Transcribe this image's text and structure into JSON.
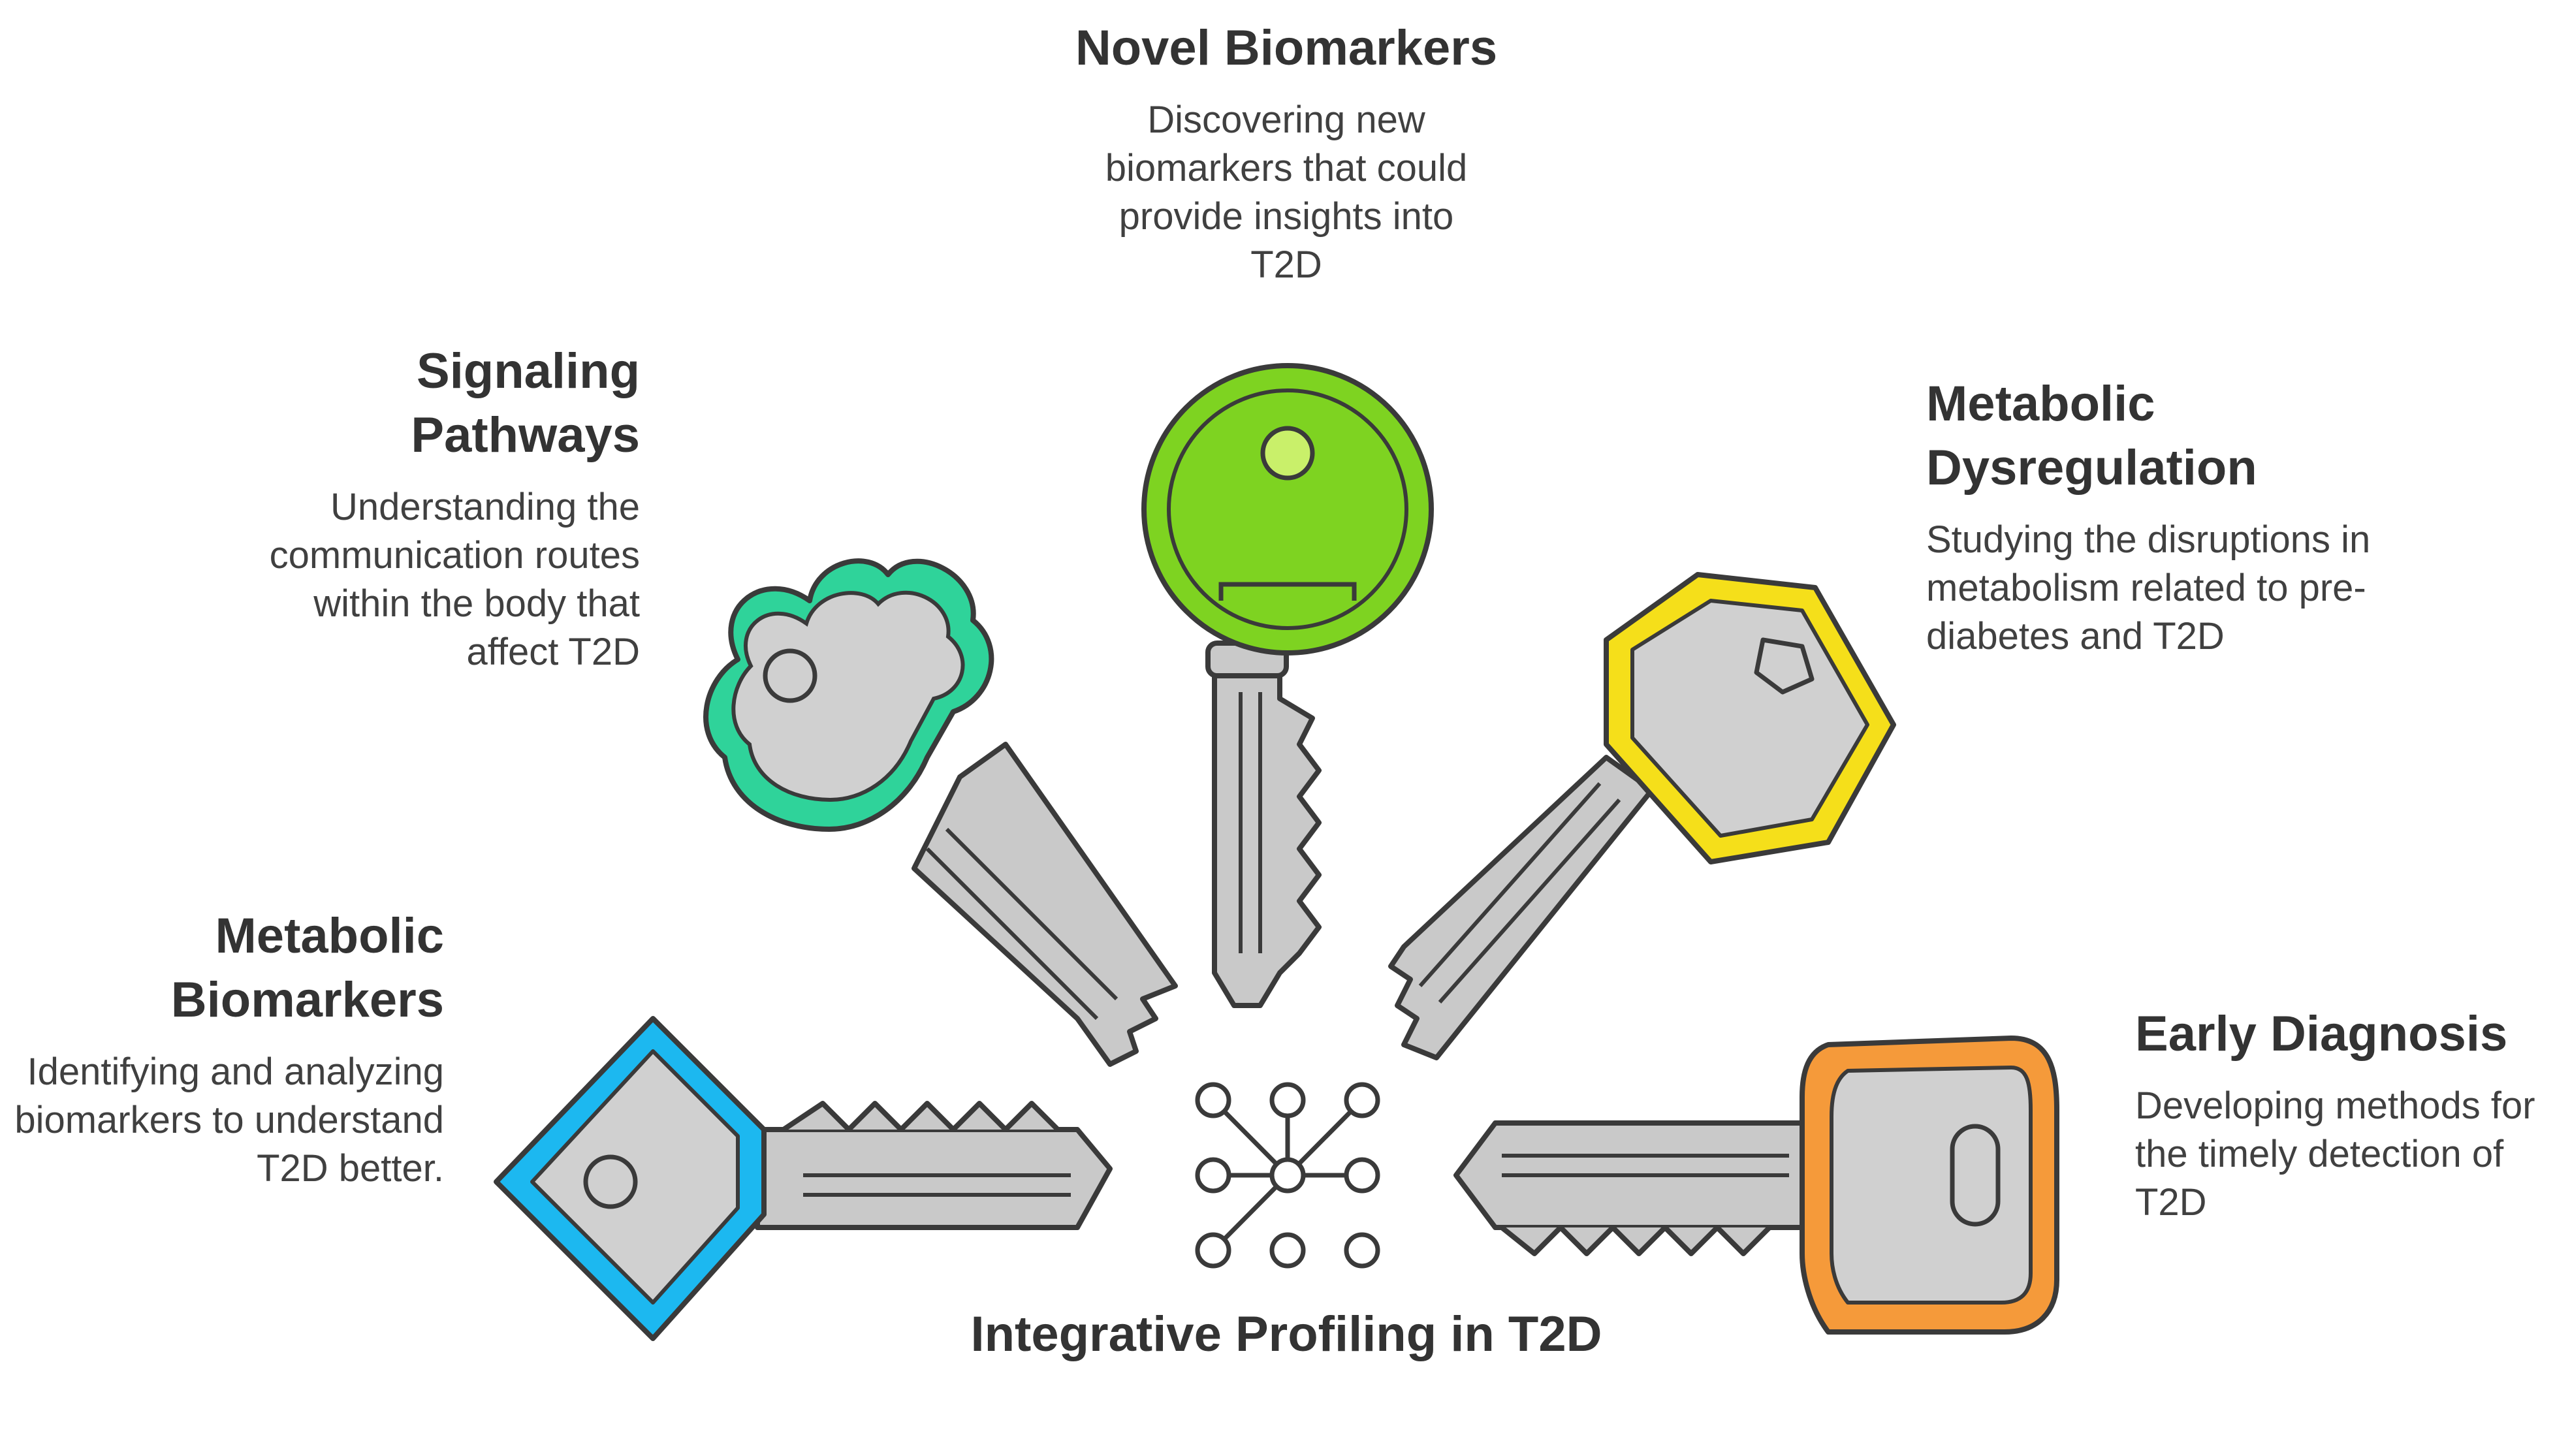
{
  "center": {
    "title": "Integrative Profiling in T2D"
  },
  "items": {
    "novel": {
      "title": "Novel Biomarkers",
      "description": "Discovering new biomarkers that could provide insights into T2D",
      "color": "#7ed321"
    },
    "signaling": {
      "title": "Signaling Pathways",
      "description": "Understanding the communication routes within the body that affect T2D",
      "color": "#2fd39a"
    },
    "dysregulation": {
      "title": "Metabolic Dysregulation",
      "description": "Studying the disruptions in metabolism related to pre-diabetes and T2D",
      "color": "#f5df1a"
    },
    "metabolic_biomarkers": {
      "title": "Metabolic Biomarkers",
      "description": "Identifying and analyzing biomarkers to understand T2D better.",
      "color": "#1cb8f0"
    },
    "early_diagnosis": {
      "title": "Early Diagnosis",
      "description": "Developing methods for the timely detection of T2D",
      "color": "#f59a3a"
    }
  },
  "palette": {
    "key_metal": "#c9c9c9",
    "key_outline": "#3a3a3a",
    "text": "#333333"
  }
}
